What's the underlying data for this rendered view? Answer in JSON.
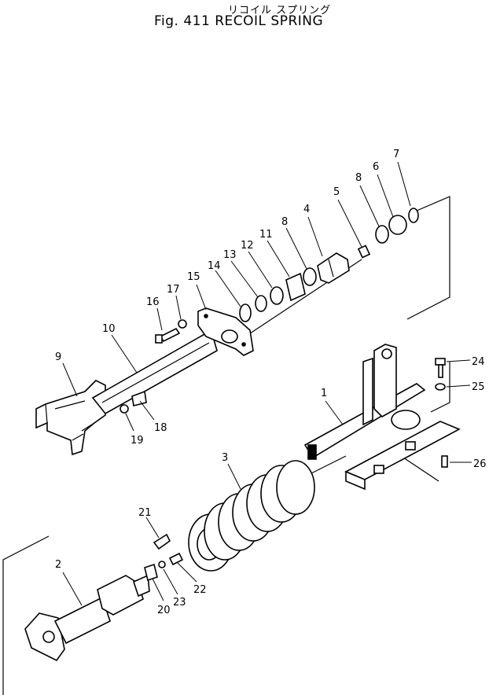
{
  "figure": {
    "subtitle_jp": "リコイル スプリング",
    "title": "Fig. 411 RECOIL SPRING"
  },
  "callouts": [
    "1",
    "2",
    "3",
    "4",
    "5",
    "6",
    "7",
    "8",
    "8",
    "9",
    "10",
    "11",
    "12",
    "13",
    "14",
    "15",
    "16",
    "17",
    "18",
    "19",
    "20",
    "21",
    "22",
    "23",
    "24",
    "25",
    "26"
  ]
}
